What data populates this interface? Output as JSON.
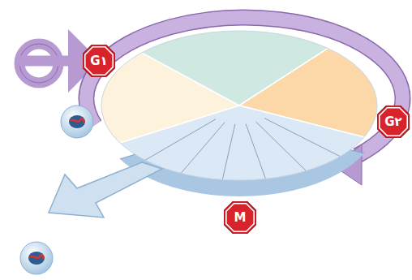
{
  "diagram": {
    "nodes": [
      {
        "text": [
          "G۱"
        ]
      },
      {
        "text": [
          "G۲"
        ]
      },
      {
        "text": [
          "M"
        ]
      }
    ]
  }
}
